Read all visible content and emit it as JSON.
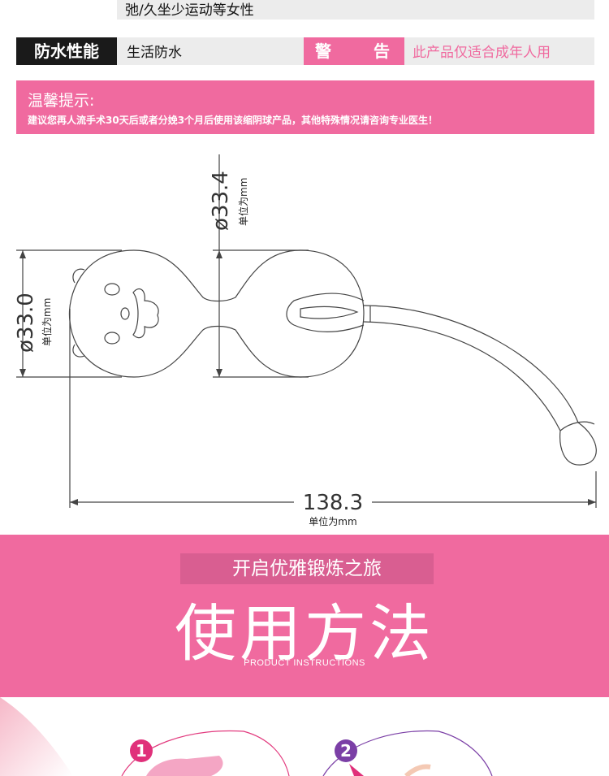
{
  "top_strip": {
    "text": "弛/久坐少运动等女性"
  },
  "spec": {
    "label": "防水性能",
    "value": "生活防水",
    "warn_char1": "警",
    "warn_char2": "告",
    "warn_value": "此产品仅适合成年人用"
  },
  "tip": {
    "title": "温馨提示:",
    "text": "建议您再人流手术30天后或者分娩3个月后使用该缩阴球产品，其他特殊情况请咨询专业医生！"
  },
  "diagram": {
    "diameter_top": "ø33.4",
    "diameter_left": "ø33.0",
    "length": "138.3",
    "unit": "单位为mm"
  },
  "usage": {
    "subtitle": "开启优雅锻炼之旅",
    "title": "使用方法",
    "en": "PRODUCT INSTRUCTIONS"
  },
  "steps": [
    {
      "number": "1",
      "color": "#e0307a"
    },
    {
      "number": "2",
      "color": "#7b3fa6"
    }
  ],
  "colors": {
    "accent": "#f06a9f",
    "dark": "#1a1a1a",
    "panel": "#ececec"
  }
}
